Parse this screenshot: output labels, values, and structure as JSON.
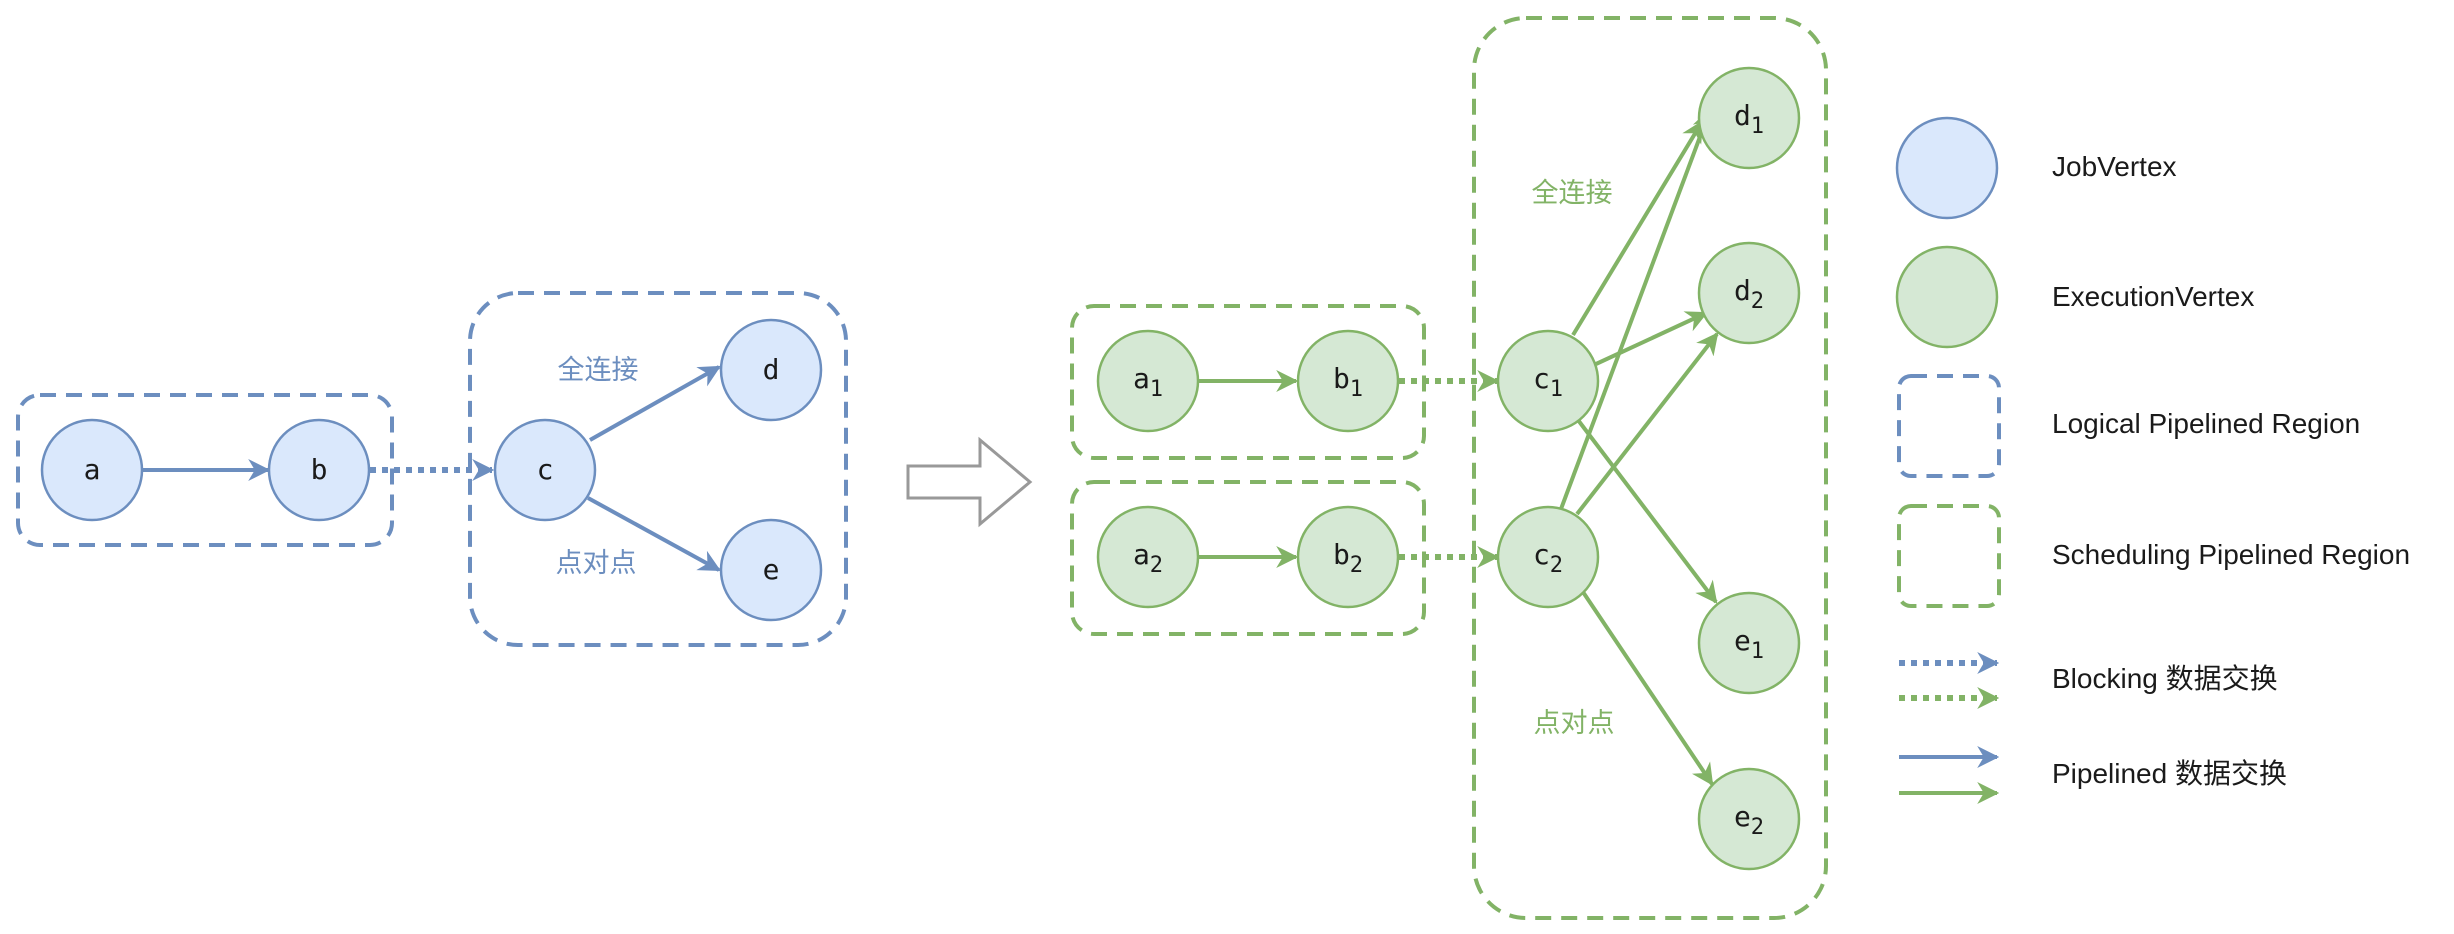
{
  "colors": {
    "blue_stroke": "#6c8ebf",
    "blue_fill": "#dae8fc",
    "green_stroke": "#82b366",
    "green_fill": "#d5e8d4",
    "transform_arrow": "#999999"
  },
  "logical": {
    "nodes": {
      "a": "a",
      "b": "b",
      "c": "c",
      "d": "d",
      "e": "e"
    },
    "edge_labels": {
      "all_to_all": "全连接",
      "pointwise": "点对点"
    }
  },
  "execution": {
    "nodes": {
      "a1": {
        "base": "a",
        "sub": "1"
      },
      "b1": {
        "base": "b",
        "sub": "1"
      },
      "a2": {
        "base": "a",
        "sub": "2"
      },
      "b2": {
        "base": "b",
        "sub": "2"
      },
      "c1": {
        "base": "c",
        "sub": "1"
      },
      "c2": {
        "base": "c",
        "sub": "2"
      },
      "d1": {
        "base": "d",
        "sub": "1"
      },
      "d2": {
        "base": "d",
        "sub": "2"
      },
      "e1": {
        "base": "e",
        "sub": "1"
      },
      "e2": {
        "base": "e",
        "sub": "2"
      }
    },
    "edge_labels": {
      "all_to_all": "全连接",
      "pointwise": "点对点"
    }
  },
  "legend": {
    "job_vertex": "JobVertex",
    "execution_vertex": "ExecutionVertex",
    "logical_region": "Logical Pipelined Region",
    "scheduling_region": "Scheduling Pipelined Region",
    "blocking": "Blocking 数据交换",
    "pipelined": "Pipelined 数据交换"
  }
}
